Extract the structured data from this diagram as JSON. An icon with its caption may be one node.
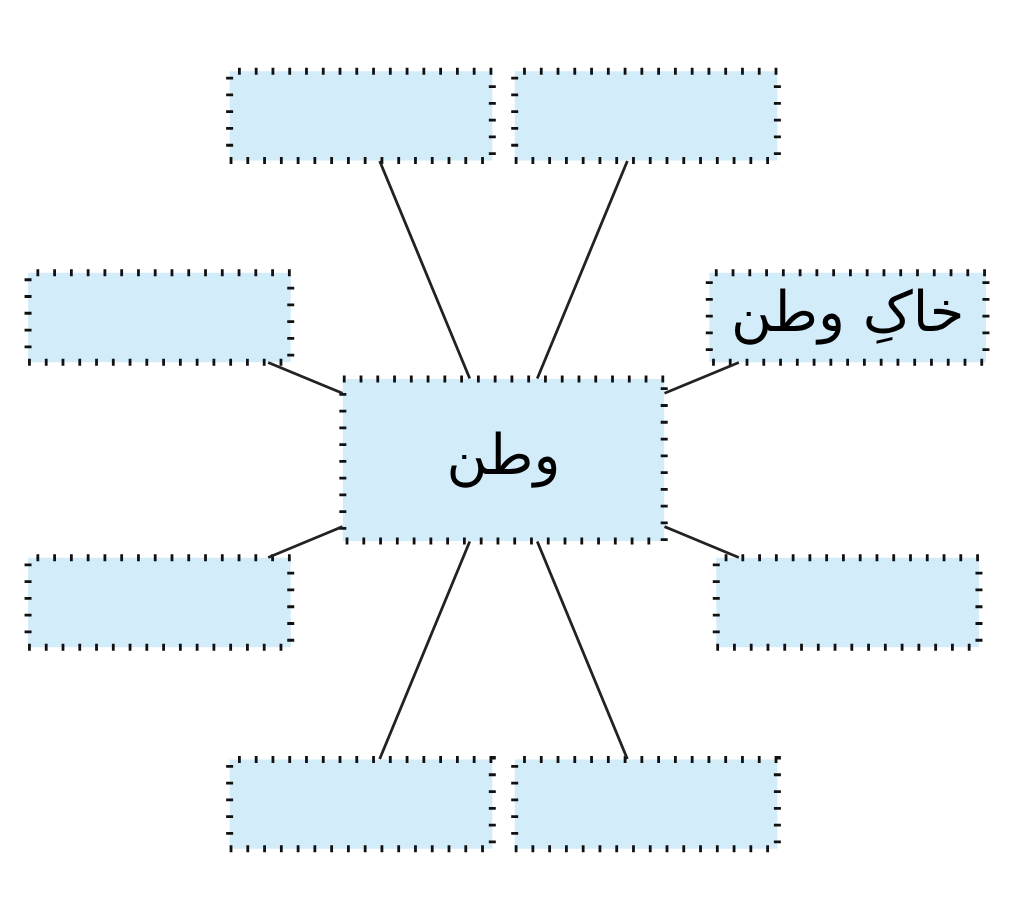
{
  "diagram": {
    "nodes": [
      {
        "text": [
          "خاکِ وطن"
        ]
      },
      {
        "text": [],
        "shape": "box"
      },
      {
        "text": [],
        "shape": "box"
      },
      {
        "text": [],
        "shape": "box"
      },
      {
        "text": [
          "وطن"
        ]
      },
      {
        "text": [],
        "shape": "box"
      },
      {
        "text": [],
        "shape": "box"
      },
      {
        "text": [],
        "shape": "box"
      },
      {
        "text": [],
        "shape": "box"
      }
    ],
    "edges": [
      {
        "from": 4,
        "to": 0,
        "arrow": "none"
      },
      {
        "from": 4,
        "to": 2,
        "arrow": "none"
      },
      {
        "from": 4,
        "to": 5,
        "arrow": "none"
      },
      {
        "from": 4,
        "to": 7,
        "arrow": "none"
      },
      {
        "from": 4,
        "to": 8,
        "arrow": "none"
      },
      {
        "from": 4,
        "to": 6,
        "arrow": "none"
      },
      {
        "from": 4,
        "to": 3,
        "arrow": "none"
      },
      {
        "from": 4,
        "to": 1,
        "arrow": "none"
      }
    ]
  }
}
